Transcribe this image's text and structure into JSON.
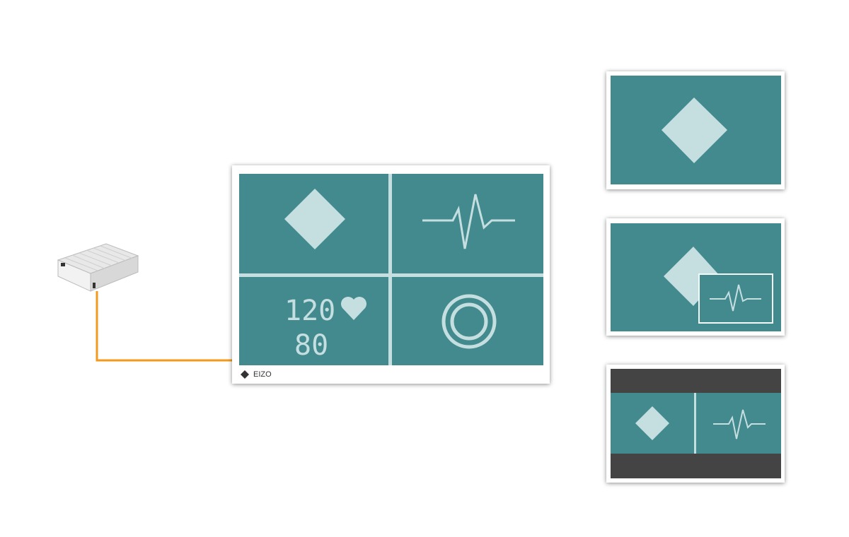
{
  "main_monitor": {
    "brand": "EIZO",
    "blood_pressure": {
      "systolic": "120",
      "diastolic": "80"
    },
    "panels": [
      "diamond-icon",
      "heartbeat-icon",
      "blood-pressure-heart-icon",
      "ring-icon"
    ]
  },
  "layouts": [
    "single",
    "picture-in-picture",
    "side-by-side"
  ],
  "colors": {
    "screen": "#438a8f",
    "light": "#c5dfe1",
    "cable": "#f39a1c",
    "band": "#444444"
  }
}
